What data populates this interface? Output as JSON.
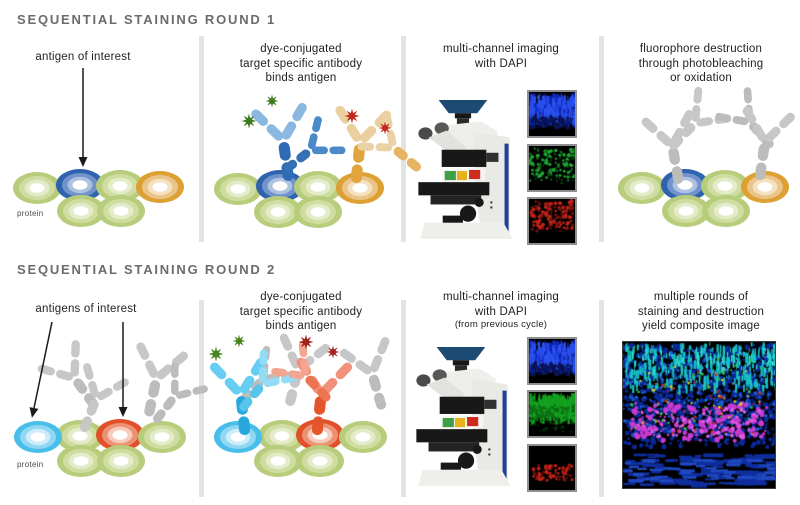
{
  "rounds": [
    {
      "title": "SEQUENTIAL STAINING ROUND 1",
      "panels": [
        {
          "caption": "antigen of interest",
          "protein_label": "protein"
        },
        {
          "caption_lines": [
            "dye-conjugated",
            "target specific antibody",
            "binds antigen"
          ]
        },
        {
          "caption_lines": [
            "multi-channel imaging",
            "with DAPI"
          ]
        },
        {
          "caption_lines": [
            "fluorophore destruction",
            "through photobleaching",
            "or oxidation"
          ]
        }
      ]
    },
    {
      "title": "SEQUENTIAL STAINING ROUND 2",
      "panels": [
        {
          "caption": "antigens of interest",
          "protein_label": "protein"
        },
        {
          "caption_lines": [
            "dye-conjugated",
            "target specific antibody",
            "binds antigen"
          ]
        },
        {
          "caption_lines": [
            "multi-channel imaging",
            "with DAPI"
          ],
          "caption_note": "(from previous cycle)"
        },
        {
          "caption_lines": [
            "multiple rounds of",
            "staining and destruction",
            "yield composite image"
          ]
        }
      ]
    }
  ],
  "palette": {
    "title_gray": "#6b6b6b",
    "text": "#222222",
    "divider": "#e3e3e3",
    "protein_green": "#b7cd7c",
    "protein_blue": "#2f63ad",
    "protein_orange": "#dda033",
    "protein_cyan": "#48bfe9",
    "protein_red": "#e0512a",
    "antibody_gray": "#c7c7c7",
    "dye_green": "#3e7a1f",
    "dye_red": "#bf2a1c",
    "dapi_channel_blue": "#1028b8",
    "channel_green": "#1da832",
    "channel_red": "#c22418"
  },
  "icons": {
    "microscope": "microscope-icon",
    "antibody": "antibody-icon",
    "dye_star": "dye-star-icon",
    "arrow": "pointer-arrow",
    "protein": "protein-cluster"
  }
}
